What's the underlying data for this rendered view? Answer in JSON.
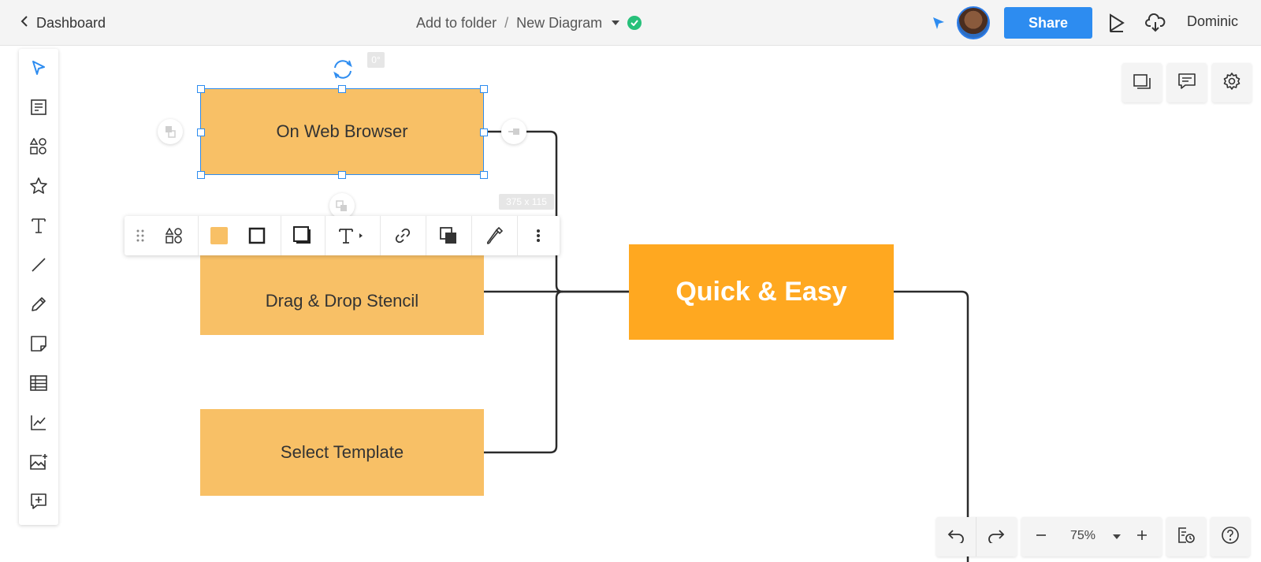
{
  "header": {
    "back_label": "Dashboard",
    "folder_label": "Add to folder",
    "separator": "/",
    "diagram_name": "New Diagram",
    "share_label": "Share",
    "user_name": "Dominic"
  },
  "canvas": {
    "rotation_label": "0°",
    "size_label": "375 x 115",
    "shapes": {
      "web_browser": "On Web Browser",
      "drag_drop": "Drag & Drop Stencil",
      "select_template": "Select Template",
      "quick_easy": "Quick & Easy"
    }
  },
  "zoom": {
    "value": "75%"
  },
  "colors": {
    "accent": "#2d8cf0",
    "shape_light": "#f8c066",
    "shape_main": "#ffa820",
    "saved": "#27c07a"
  }
}
